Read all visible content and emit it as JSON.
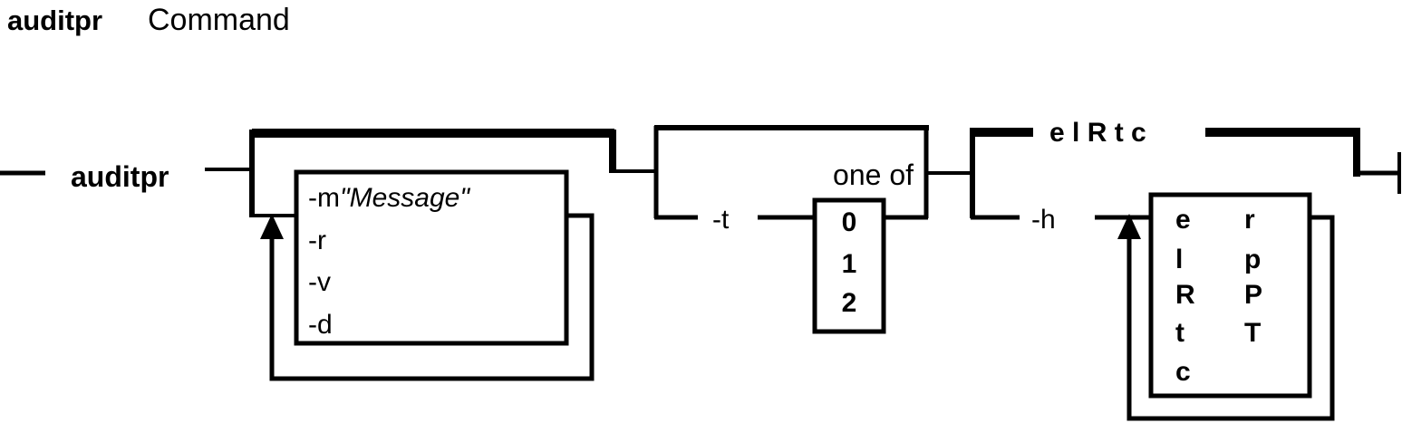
{
  "title": {
    "command": "auditpr",
    "suffix": "Command"
  },
  "diagram": {
    "start_command": "auditpr",
    "group1": {
      "m_flag": "-m",
      "m_message": "\"Message\"",
      "options": [
        "-r",
        "-v",
        "-d"
      ]
    },
    "group2": {
      "flag": "-t",
      "one_of_label": "one of",
      "values": [
        "0",
        "1",
        "2"
      ]
    },
    "group3": {
      "default_label": "e l R t c",
      "flag": "-h",
      "field_col1": [
        "e",
        "l",
        "R",
        "t",
        "c"
      ],
      "field_col2": [
        "r",
        "p",
        "P",
        "T"
      ]
    }
  }
}
